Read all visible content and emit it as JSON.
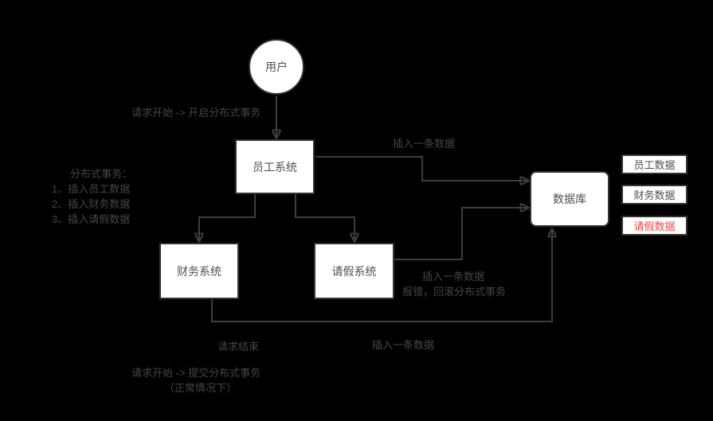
{
  "diagram": {
    "title_hint": "distributed-transaction-flowchart",
    "nodes": {
      "user": {
        "label": "用户",
        "shape": "circle"
      },
      "employee_system": {
        "label": "员工系统",
        "shape": "rect"
      },
      "finance_system": {
        "label": "财务系统",
        "shape": "rect"
      },
      "leave_system": {
        "label": "请假系统",
        "shape": "rect"
      },
      "database": {
        "label": "数据库",
        "shape": "rounded-rect"
      },
      "employee_data": {
        "label": "员工数据",
        "shape": "rect"
      },
      "finance_data": {
        "label": "财务数据",
        "shape": "rect"
      },
      "leave_data": {
        "label": "请假数据",
        "shape": "rect",
        "state": "error"
      }
    },
    "labels": {
      "request_start_open": "请求开始 -> 开启分布式事务",
      "tx_title": "分布式事务：",
      "tx_step1": "1、插入员工数据",
      "tx_step2": "2、插入财务数据",
      "tx_step3": "3、插入请假数据",
      "insert_one_top": "插入一条数据",
      "insert_one_mid": "插入一条数据",
      "error_rollback": "报错，回滚分布式事务",
      "request_end": "请求结束",
      "insert_one_bottom": "插入一条数据",
      "request_start_commit": "请求开始 -> 提交分布式事务",
      "normal_case": "（正常情况下）"
    },
    "colors": {
      "background": "#000000",
      "node_fill": "#ffffff",
      "node_border": "#333333",
      "line": "#3e3e3e",
      "text": "#454545",
      "node_text": "#4f4f4f",
      "alert_text": "#f74444"
    }
  }
}
